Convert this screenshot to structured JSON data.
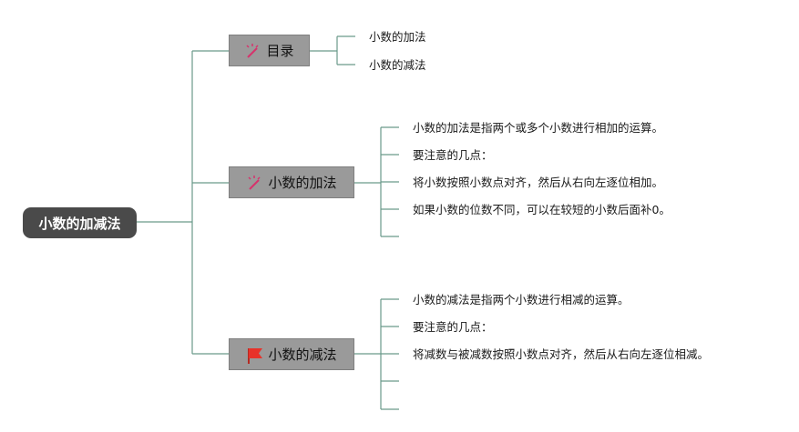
{
  "root": {
    "label": "小数的加减法"
  },
  "topics": [
    {
      "label": "目录",
      "icon": "magic-wand-icon",
      "leaves": [
        "小数的加法",
        "小数的减法"
      ]
    },
    {
      "label": "小数的加法",
      "icon": "magic-wand-icon",
      "leaves": [
        "小数的加法是指两个或多个小数进行相加的运算。",
        "要注意的几点：",
        "将小数按照小数点对齐，然后从右向左逐位相加。",
        "如果小数的位数不同，可以在较短的小数后面补0。",
        ""
      ]
    },
    {
      "label": "小数的减法",
      "icon": "red-flag-icon",
      "leaves": [
        "小数的减法是指两个小数进行相减的运算。",
        "要注意的几点：",
        "将减数与被减数按照小数点对齐，然后从右向左逐位相减。",
        "",
        ""
      ]
    }
  ],
  "colors": {
    "line": "#6a9a8a",
    "root_bg": "#4a4a4a",
    "topic_bg": "#9a9a9a",
    "flag": "#e8322a",
    "wand": "#d6336c"
  }
}
